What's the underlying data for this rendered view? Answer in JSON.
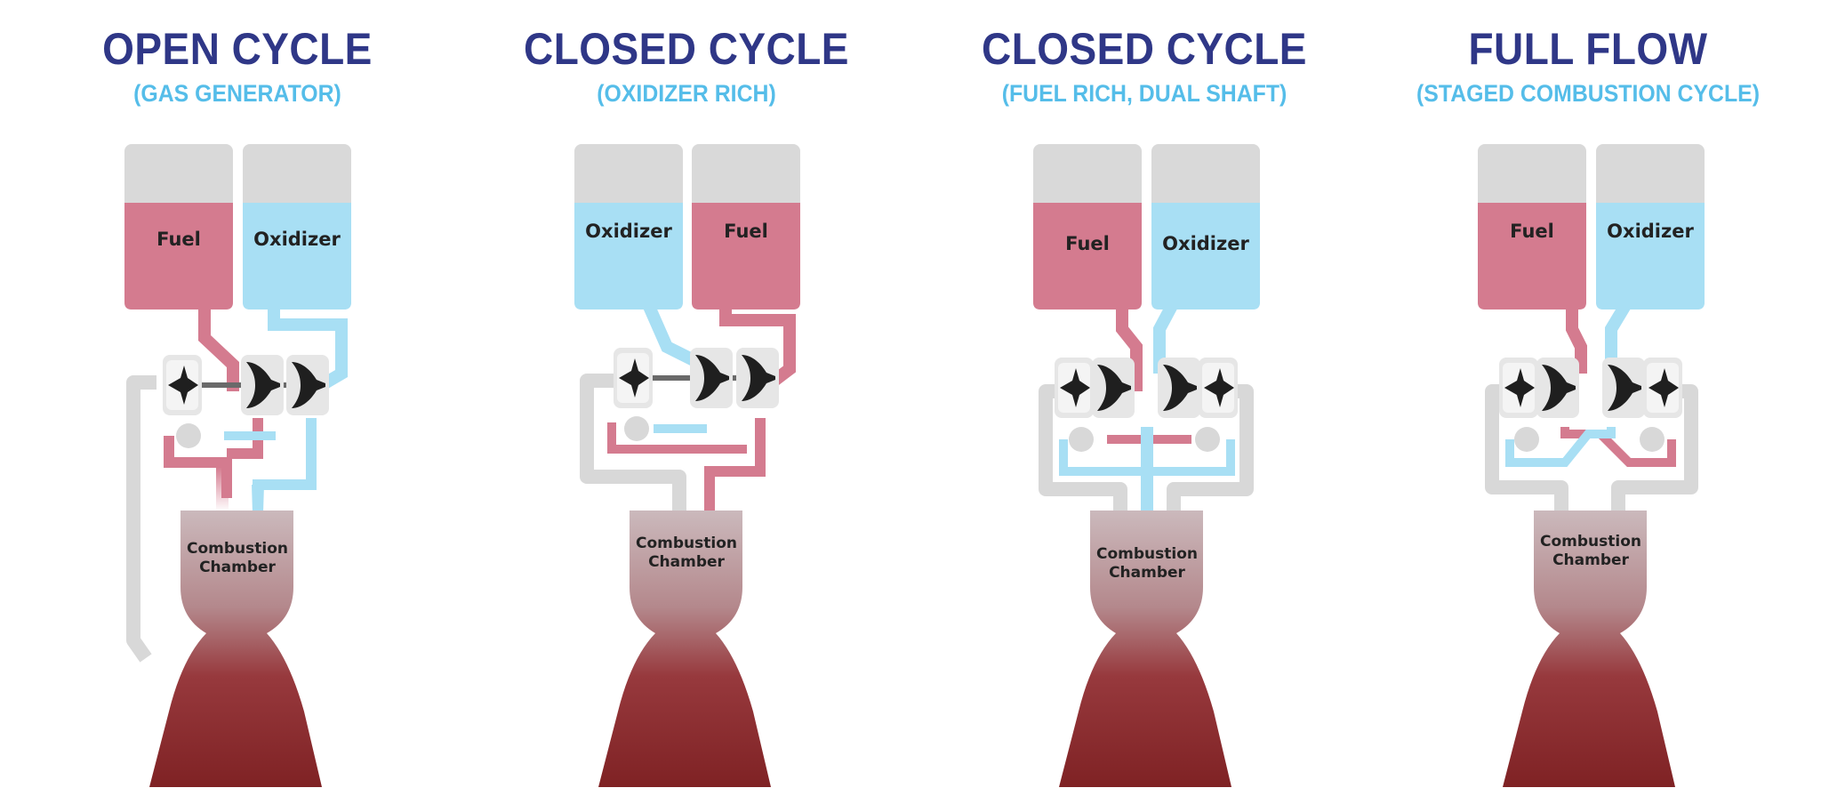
{
  "colors": {
    "title": "#2f3787",
    "subtitle": "#55bde9",
    "fuel": "#d47b8f",
    "oxidizer": "#a8dff4",
    "tank_ullage": "#d9d9d9",
    "exhaust_gas": "#d6d6d6",
    "nozzle_top": "#c8b5b8",
    "nozzle_bottom": "#832626",
    "turbomachinery": "#1a1a1a"
  },
  "panels": [
    {
      "title": "OPEN CYCLE",
      "subtitle": "(GAS GENERATOR)",
      "tanks": [
        "Fuel",
        "Oxidizer"
      ],
      "chamber_label": "Combustion\nChamber",
      "chamber_line1": "Combustion",
      "chamber_line2": "Chamber"
    },
    {
      "title": "CLOSED CYCLE",
      "subtitle": "(OXIDIZER RICH)",
      "tanks": [
        "Oxidizer",
        "Fuel"
      ],
      "chamber_line1": "Combustion",
      "chamber_line2": "Chamber"
    },
    {
      "title": "CLOSED CYCLE",
      "subtitle": "(FUEL RICH, DUAL SHAFT)",
      "tanks": [
        "Fuel",
        "Oxidizer"
      ],
      "chamber_line1": "Combustion",
      "chamber_line2": "Chamber"
    },
    {
      "title": "FULL FLOW",
      "subtitle": "(STAGED COMBUSTION CYCLE)",
      "tanks": [
        "Fuel",
        "Oxidizer"
      ],
      "chamber_line1": "Combustion",
      "chamber_line2": "Chamber"
    }
  ]
}
